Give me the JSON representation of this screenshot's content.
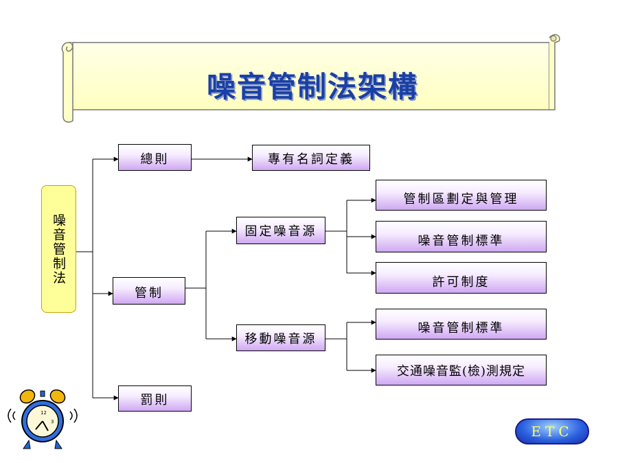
{
  "title": "噪音管制法架構",
  "root": "噪音管制法",
  "level1": {
    "general": "總則",
    "control": "管制",
    "penalty": "罰則"
  },
  "definitions": "專有名詞定義",
  "fixed_source": "固定噪音源",
  "mobile_source": "移動噪音源",
  "fixed_children": [
    "管制區劃定與管理",
    "噪音管制標準",
    "許可制度"
  ],
  "mobile_children": [
    "噪音管制標準",
    "交通噪音監(檢)測規定"
  ],
  "etc_badge": "ETC",
  "colors": {
    "title": "#1a3fa6",
    "banner": "#ffffcc",
    "root_fill": "#ffff99",
    "node_gradient_end": "#cfa8f2",
    "badge": "#2a5fe0"
  }
}
